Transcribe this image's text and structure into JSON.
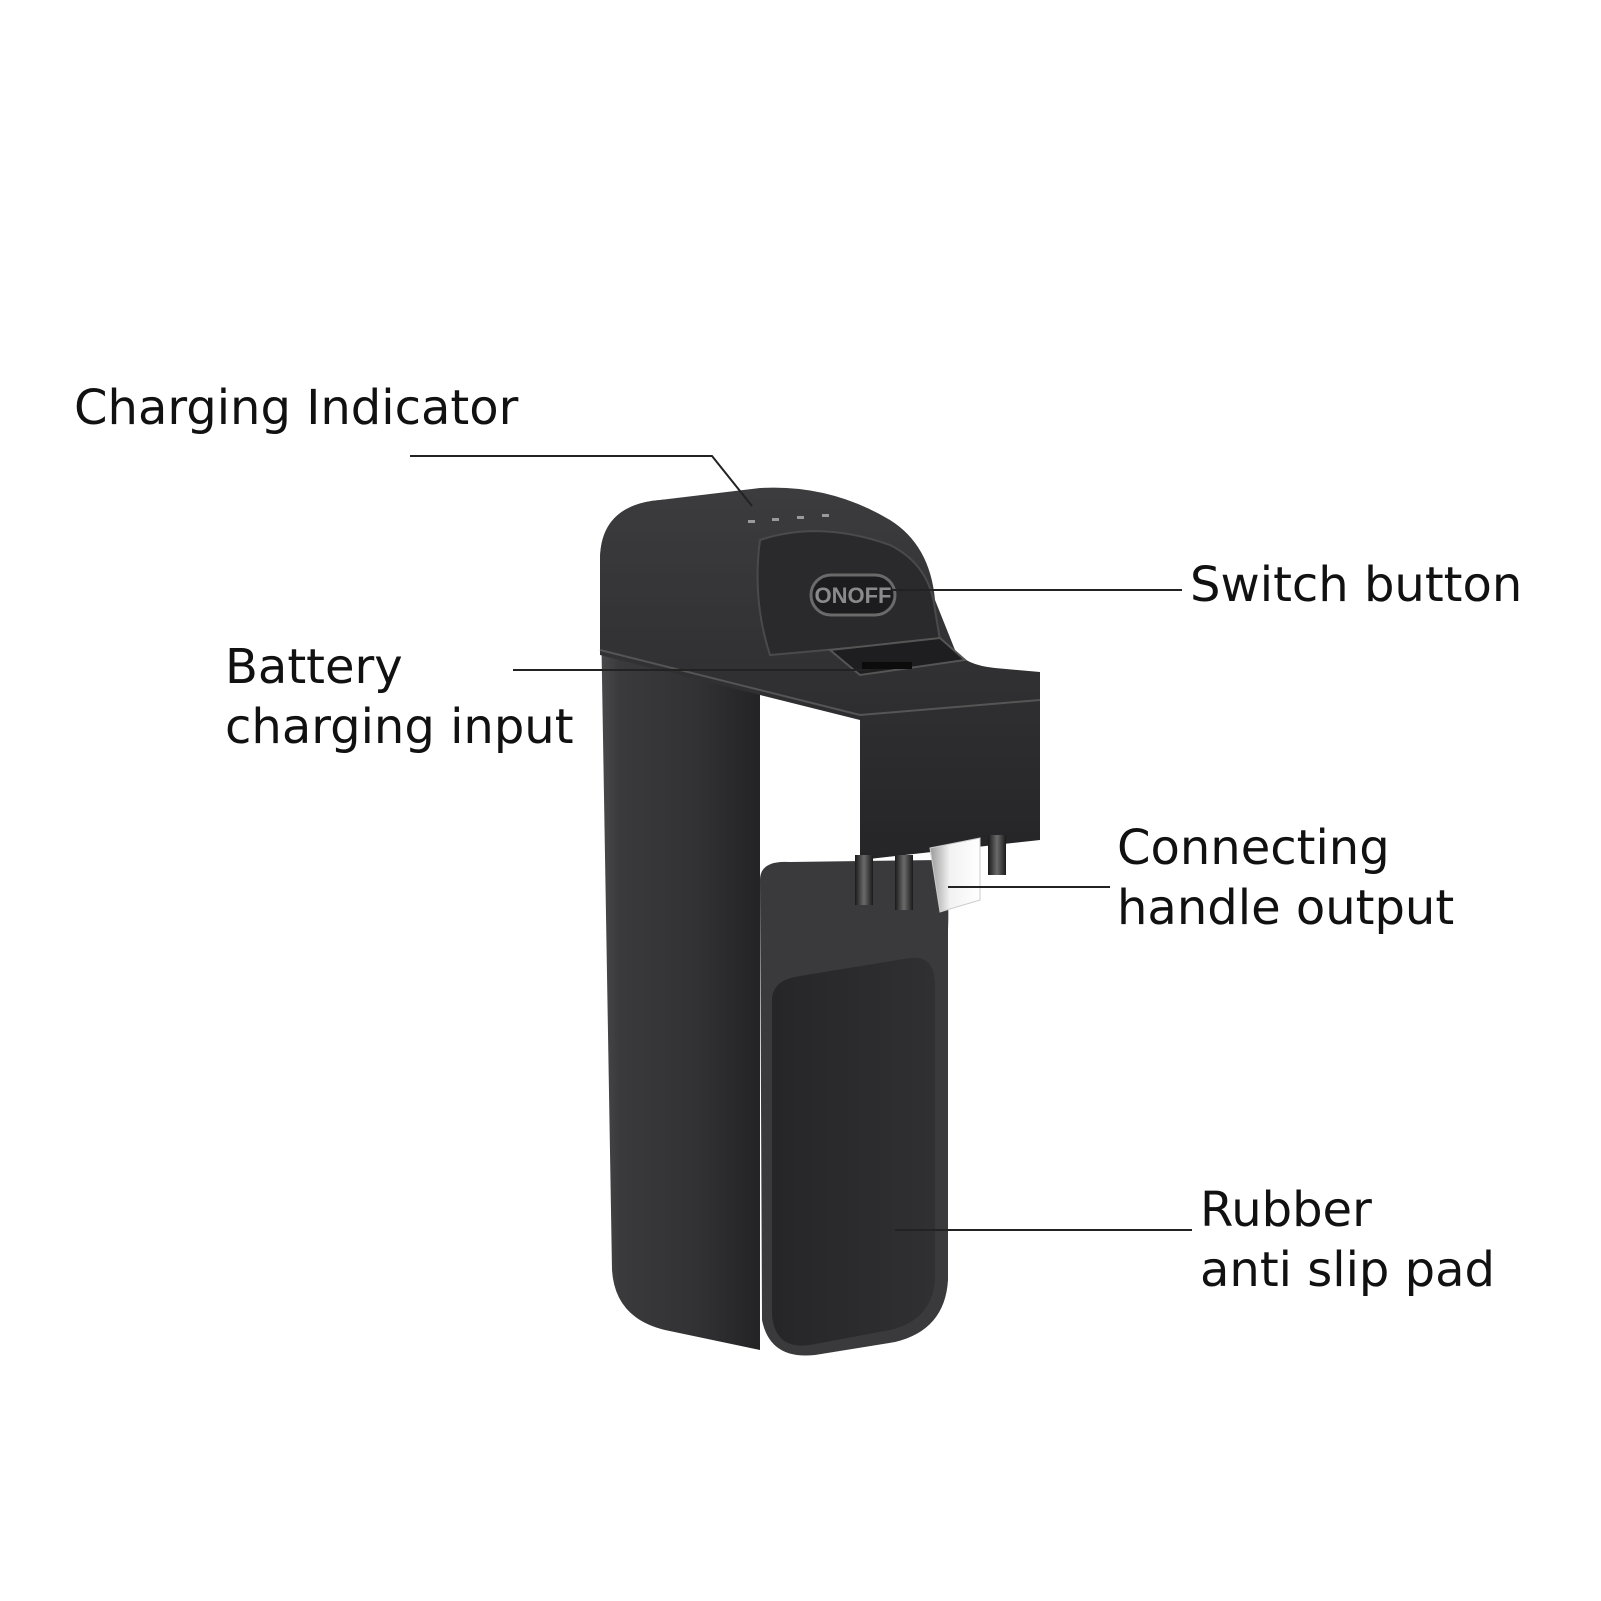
{
  "labels": {
    "charging_indicator": [
      "Charging Indicator"
    ],
    "switch_button": [
      "Switch button"
    ],
    "battery_input": [
      "Battery",
      "charging input"
    ],
    "handle_output": [
      "Connecting",
      "handle output"
    ],
    "rubber_pad": [
      "Rubber",
      "anti slip pad"
    ]
  },
  "device": {
    "button_text": "ONOFF",
    "indicator_led_count": 4,
    "body_color": "#2f2f31",
    "pad_color": "#2b2b2d",
    "leader_line_color": "#222222"
  }
}
